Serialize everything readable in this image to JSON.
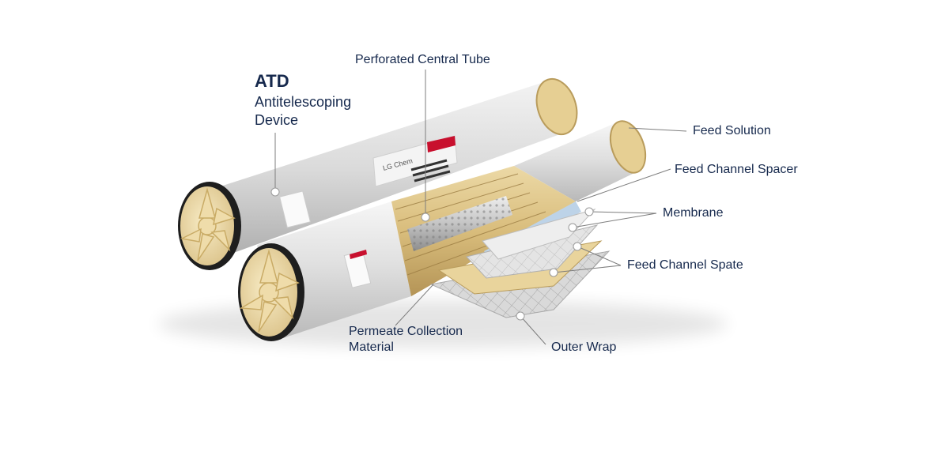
{
  "labels": {
    "atd_abbr": "ATD",
    "atd_line1": "Antitelescoping",
    "atd_line2": "Device",
    "central_tube": "Perforated Central Tube",
    "feed_solution": "Feed Solution",
    "feed_spacer": "Feed Channel Spacer",
    "membrane": "Membrane",
    "feed_spate": "Feed Channel Spate",
    "permeate_line1": "Permeate Collection",
    "permeate_line2": "Material",
    "outer_wrap": "Outer Wrap"
  },
  "product_label": {
    "brand": "LG Chem"
  },
  "colors": {
    "label_text": "#16294d",
    "casing": "#dcdcdc",
    "end_cap": "#f1e2b6",
    "membrane_layer": "#dcc48c",
    "central_tube": "#b9b9b9",
    "blue_layer": "#bdd3e8",
    "accent_red": "#c8102e"
  }
}
